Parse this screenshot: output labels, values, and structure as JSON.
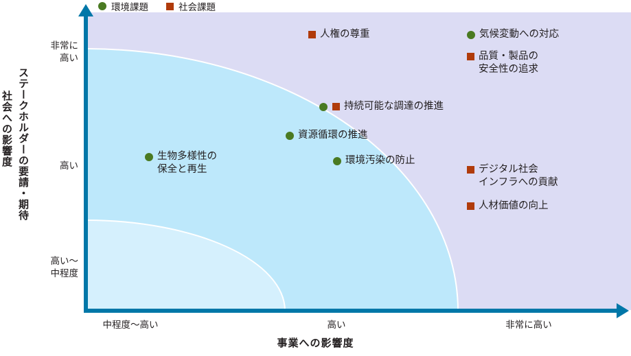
{
  "chart_data": {
    "type": "scatter",
    "title": "",
    "xlabel": "事業への影響度",
    "ylabel_line1": "ステークホルダーの要請・期待",
    "ylabel_line2": "社会への影響度",
    "xticks": [
      "中程度～高い",
      "高い",
      "非常に高い"
    ],
    "yticks": [
      "非常に\n高い",
      "高い",
      "高い～\n中程度"
    ],
    "ytick_rows": [
      {
        "l1": "非常に",
        "l2": "高い"
      },
      {
        "l1": "高い",
        "l2": ""
      },
      {
        "l1": "高い～",
        "l2": "中程度"
      }
    ],
    "grid": false,
    "legend_position": "top-left",
    "colors": {
      "environment": "#4a7a22",
      "social": "#b03b0b",
      "axis": "#0077a8",
      "region_outer": "#dcdcf4",
      "region_mid": "#bde8fb",
      "region_inner": "#d5f0fd"
    },
    "legend": [
      {
        "marker": "circle",
        "color": "#4a7a22",
        "label": "環境課題"
      },
      {
        "marker": "square",
        "color": "#b03b0b",
        "label": "社会課題"
      }
    ],
    "points": [
      {
        "label_l1": "人権の尊重",
        "label_l2": "",
        "markers": [
          "square"
        ],
        "x": "高い",
        "y": "非常に高い"
      },
      {
        "label_l1": "気候変動への対応",
        "label_l2": "",
        "markers": [
          "circle"
        ],
        "x": "非常に高い",
        "y": "非常に高い"
      },
      {
        "label_l1": "品質・製品の",
        "label_l2": "安全性の追求",
        "markers": [
          "square"
        ],
        "x": "非常に高い",
        "y": "非常に高い"
      },
      {
        "label_l1": "持続可能な調達の推進",
        "label_l2": "",
        "markers": [
          "circle",
          "square"
        ],
        "x": "高い",
        "y": "高い"
      },
      {
        "label_l1": "資源循環の推進",
        "label_l2": "",
        "markers": [
          "circle"
        ],
        "x": "高い",
        "y": "高い"
      },
      {
        "label_l1": "環境汚染の防止",
        "label_l2": "",
        "markers": [
          "circle"
        ],
        "x": "高い",
        "y": "高い"
      },
      {
        "label_l1": "生物多様性の",
        "label_l2": "保全と再生",
        "markers": [
          "circle"
        ],
        "x": "中程度～高い",
        "y": "高い"
      },
      {
        "label_l1": "デジタル社会",
        "label_l2": "インフラへの貢献",
        "markers": [
          "square"
        ],
        "x": "非常に高い",
        "y": "高い"
      },
      {
        "label_l1": "人材価値の向上",
        "label_l2": "",
        "markers": [
          "square"
        ],
        "x": "非常に高い",
        "y": "高い"
      }
    ]
  }
}
